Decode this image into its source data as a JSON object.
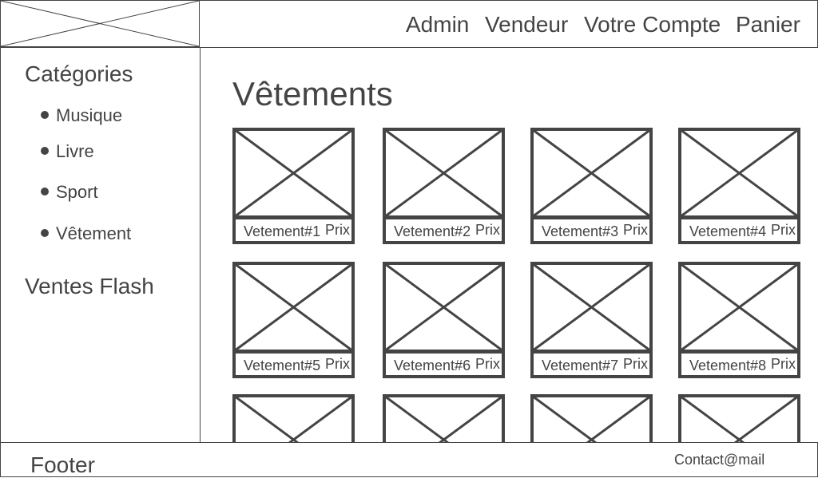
{
  "header": {
    "nav": [
      "Admin",
      "Vendeur",
      "Votre Compte",
      "Panier"
    ]
  },
  "sidebar": {
    "categories_title": "Catégories",
    "items": [
      "Musique",
      "Livre",
      "Sport",
      "Vêtement"
    ],
    "flash_title": "Ventes Flash"
  },
  "main": {
    "title": "Vêtements",
    "products": [
      {
        "name": "Vetement#1",
        "price": "Prix"
      },
      {
        "name": "Vetement#2",
        "price": "Prix"
      },
      {
        "name": "Vetement#3",
        "price": "Prix"
      },
      {
        "name": "Vetement#4",
        "price": "Prix"
      },
      {
        "name": "Vetement#5",
        "price": "Prix"
      },
      {
        "name": "Vetement#6",
        "price": "Prix"
      },
      {
        "name": "Vetement#7",
        "price": "Prix"
      },
      {
        "name": "Vetement#8",
        "price": "Prix"
      }
    ]
  },
  "footer": {
    "label": "Footer",
    "contact": "Contact@mail"
  },
  "colors": {
    "stroke": "#444444",
    "background": "#ffffff"
  }
}
